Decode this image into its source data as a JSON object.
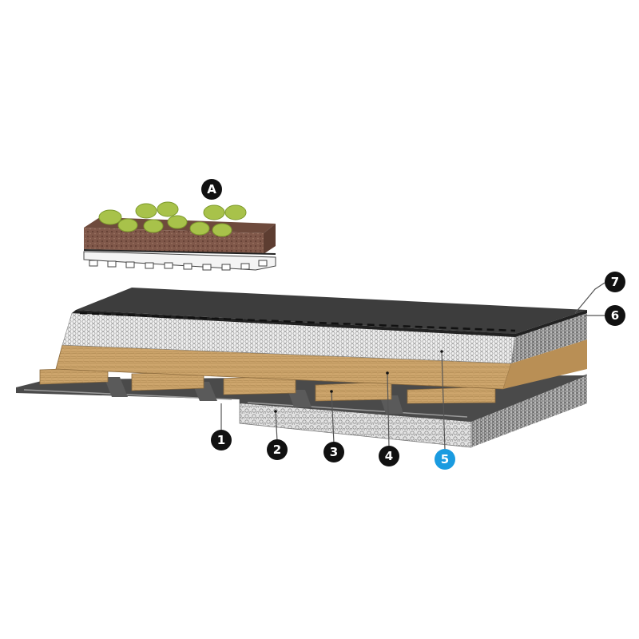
{
  "colors": {
    "marker": "#111111",
    "marker_highlight": "#1a9be0",
    "membrane": "#3d3d3d",
    "insulation": "#e8e8e8",
    "wood": "#c9a36b",
    "deck": "#4a4a4a",
    "concrete": "#d9d9d9",
    "soil": "#7a5040",
    "plants": "#a8c24a"
  },
  "markers": [
    {
      "id": "A",
      "text": "A"
    },
    {
      "id": "1",
      "text": "1"
    },
    {
      "id": "2",
      "text": "2"
    },
    {
      "id": "3",
      "text": "3"
    },
    {
      "id": "4",
      "text": "4"
    },
    {
      "id": "5",
      "text": "5",
      "highlighted": true
    },
    {
      "id": "6",
      "text": "6"
    },
    {
      "id": "7",
      "text": "7"
    }
  ]
}
